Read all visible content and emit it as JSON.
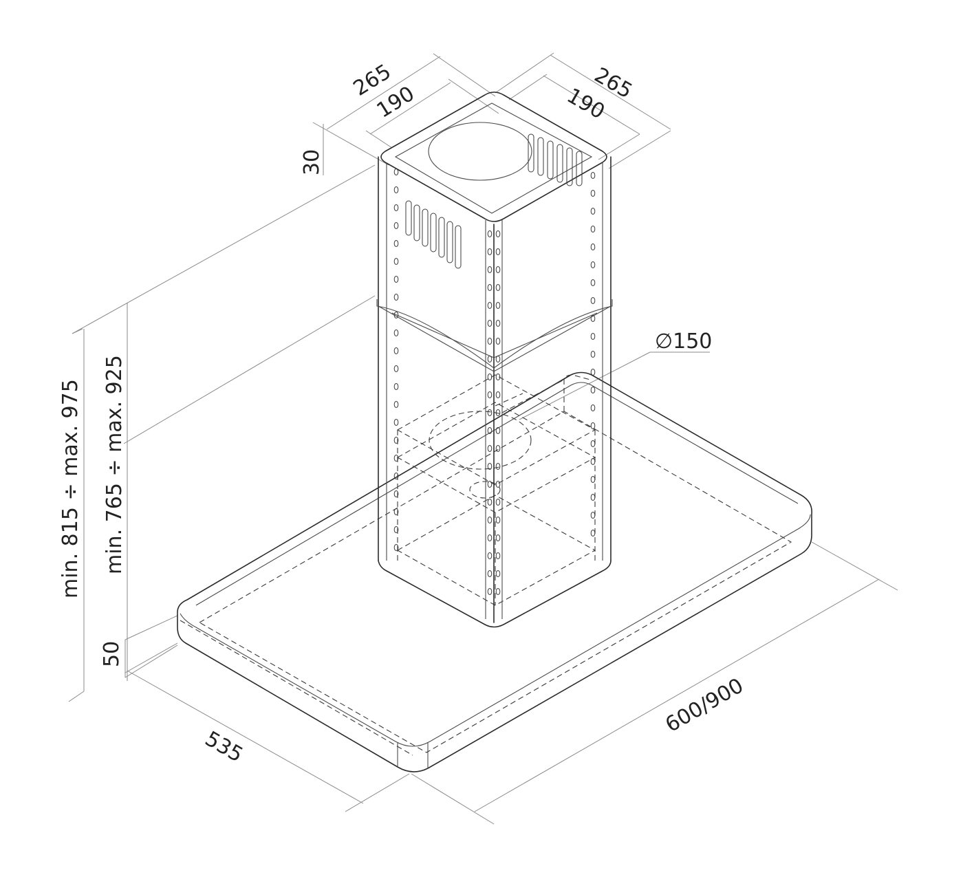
{
  "diagram": {
    "dimensions": {
      "chimney_outer_left": "265",
      "chimney_inner_left": "190",
      "chimney_outer_right": "265",
      "chimney_inner_right": "190",
      "top_offset": "30",
      "duct_diameter": "∅150",
      "height_total": "min. 815 ÷ max. 975",
      "height_chimney": "min. 765 ÷ max. 925",
      "canopy_thickness": "50",
      "depth": "535",
      "width": "600/900"
    },
    "colors": {
      "line": "#2b2b2b",
      "dimension_line": "#8a8a8a",
      "text": "#222222"
    }
  }
}
